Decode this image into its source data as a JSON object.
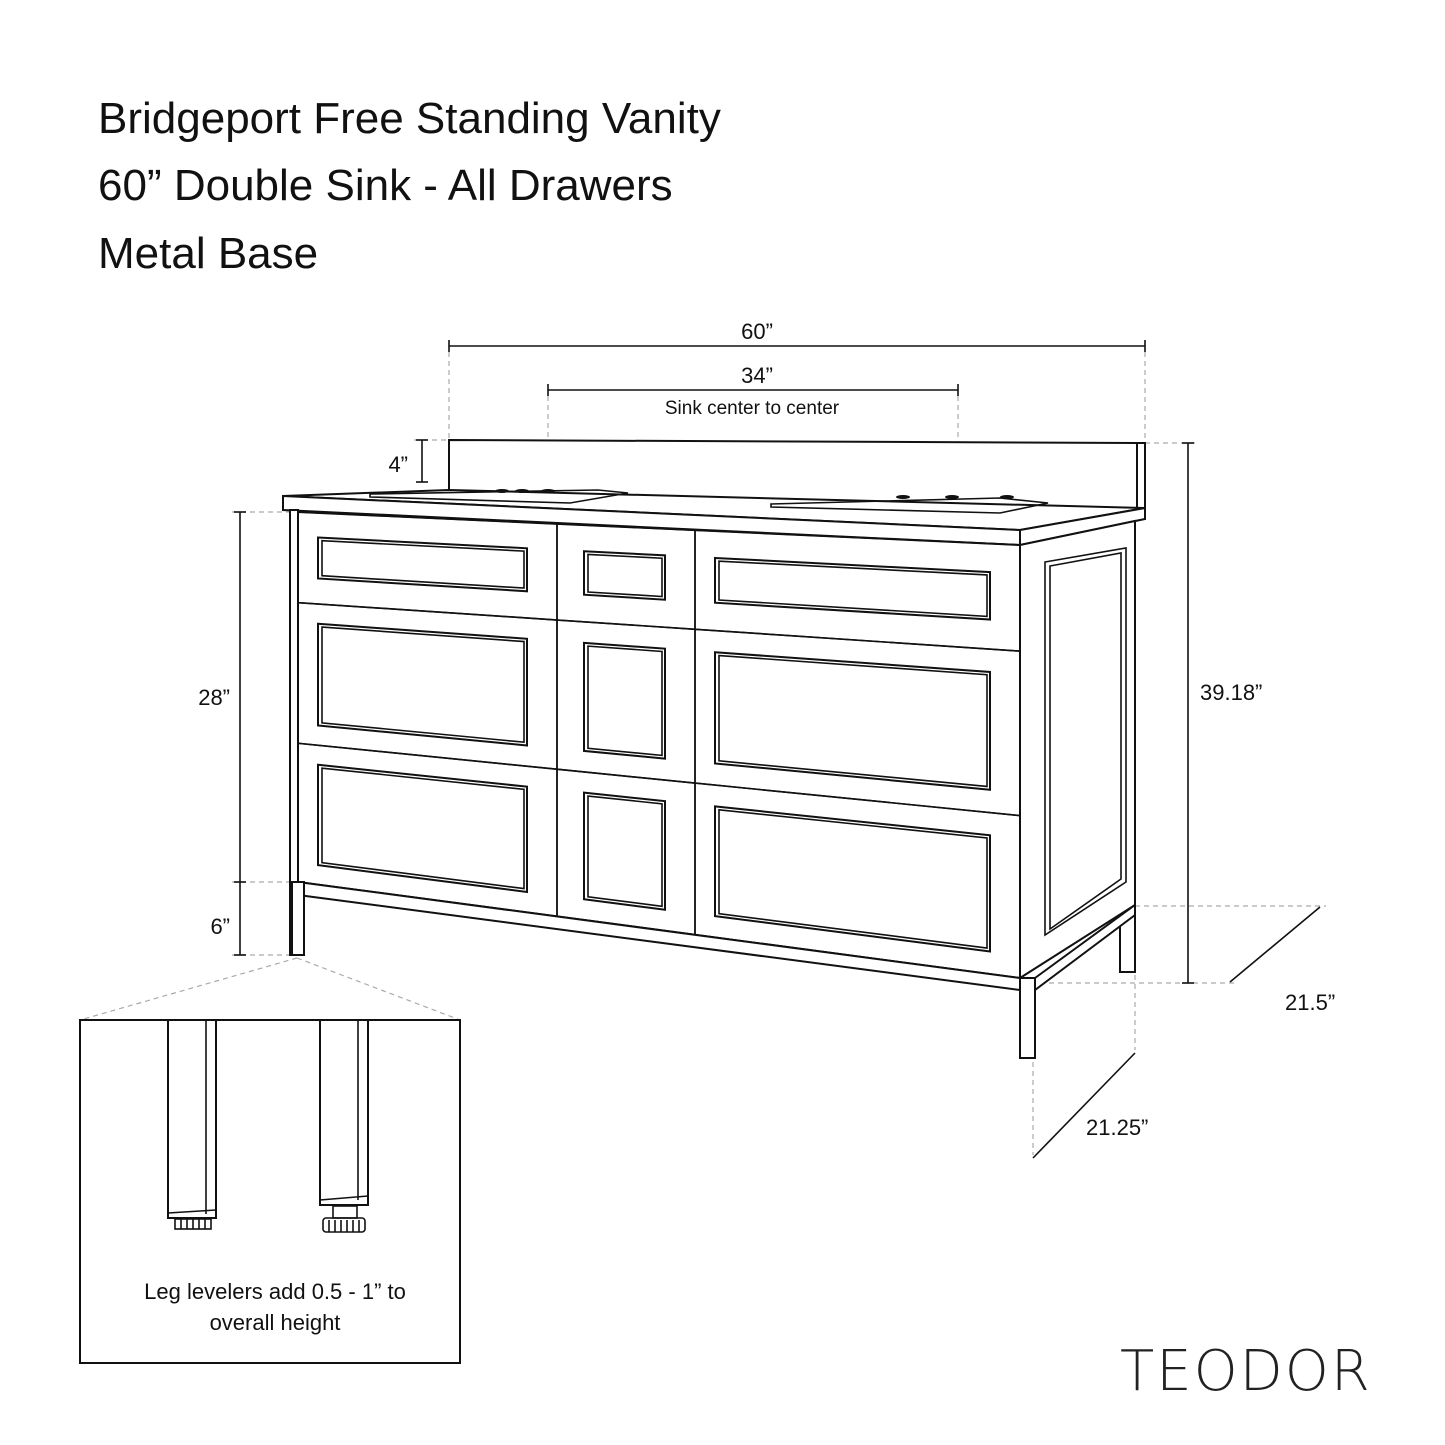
{
  "title": {
    "line1": "Bridgeport Free Standing Vanity",
    "line2": "60” Double Sink  - All Drawers",
    "line3": "Metal Base"
  },
  "dimensions": {
    "width": "60”",
    "sink_spacing": "34”",
    "sink_spacing_note": "Sink center to center",
    "backsplash": "4”",
    "cabinet_height": "28”",
    "leg_height": "6”",
    "overall_height": "39.18”",
    "top_depth": "21.5”",
    "base_depth": "21.25”"
  },
  "inset": {
    "note_line1": "Leg levelers add 0.5 - 1” to",
    "note_line2": "overall height"
  },
  "brand": "TEODOR"
}
